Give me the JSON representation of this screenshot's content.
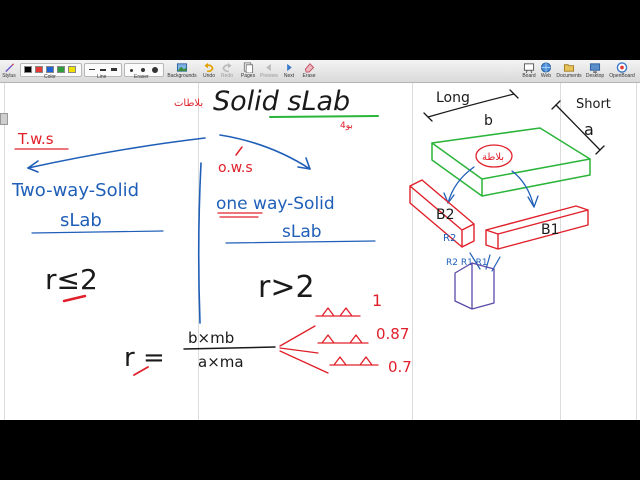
{
  "toolbar": {
    "stylus": "Stylus",
    "color": "Color",
    "line": "Line",
    "eraser": "Eraser",
    "backgrounds": "Backgrounds",
    "undo": "Undo",
    "redo": "Redo",
    "pages": "Pages",
    "preview": "Preview",
    "next": "Next",
    "erase": "Erase",
    "board": "Board",
    "web": "Web",
    "documents": "Documents",
    "desktop": "Desktop",
    "openboard": "OpenBoard"
  },
  "colors": {
    "swatches": [
      "#000000",
      "#e53935",
      "#1e63d6",
      "#2e9d3a",
      "#f2e000"
    ],
    "ink_black": "#1a1a1a",
    "ink_red": "#e0202a",
    "ink_blue": "#1f5fb8",
    "ink_green": "#2bb53a",
    "ink_purple": "#5b4aa8",
    "grid": "#dcdcdc"
  },
  "board": {
    "title_ar": "بلاطات",
    "title": "Solid sLab",
    "title_ar2": "4بو",
    "twos_label": "T.w.s",
    "ows_label": "o.w.s",
    "two_way_line1": "Two-way-Solid",
    "two_way_line2": "sLab",
    "one_way_line1": "one way-Solid",
    "one_way_line2": "sLab",
    "r_le_2": "r≤2",
    "r_gt_2": "r>2",
    "r_symbol": "r =",
    "ratio_num": "b×mb",
    "ratio_den": "a×ma",
    "coef_1": "1",
    "coef_2": "0.87",
    "coef_3": "0.7",
    "long": "Long",
    "long_b": "b",
    "short": "Short",
    "short_a": "a",
    "slab_ar": "بلاطة",
    "b2": "B2",
    "b1": "B1",
    "r2_top": "R2",
    "r_pair": "R2 R1 R1"
  },
  "pen_tools": [
    "pen-icon",
    "highlighter-icon",
    "marker-icon",
    "hand-icon",
    "grab-icon",
    "zoom-in-icon",
    "zoom-out-icon",
    "pointer-icon",
    "line-icon",
    "text-icon",
    "capture-icon",
    "keyboard-icon"
  ]
}
